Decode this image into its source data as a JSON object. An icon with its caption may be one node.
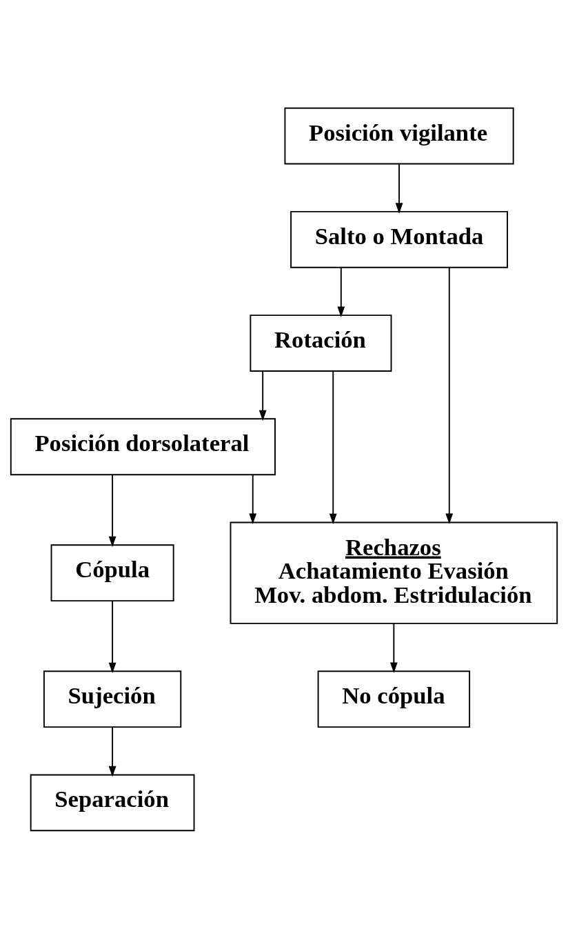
{
  "diagram": {
    "nodes": [
      {
        "text": [
          "Posición vigilante"
        ]
      },
      {
        "text": [
          "Salto o Montada"
        ]
      },
      {
        "text": [
          "Rotación"
        ]
      },
      {
        "text": [
          "Rechazos",
          "Achatamiento Evasión",
          "Mov. abdom. Estridulación"
        ]
      },
      {
        "text": [
          "Posición dorsolateral"
        ]
      },
      {
        "text": [
          "No cópula"
        ]
      },
      {
        "text": [
          "Cópula"
        ]
      },
      {
        "text": [
          "Sujeción"
        ]
      },
      {
        "text": [
          "Separación"
        ]
      }
    ],
    "edges": [
      {
        "from": 0,
        "to": 1,
        "arrow": "to"
      },
      {
        "from": 1,
        "to": 3,
        "arrow": "to"
      },
      {
        "from": 1,
        "to": 2,
        "arrow": "to"
      },
      {
        "from": 2,
        "to": 3,
        "arrow": "to"
      },
      {
        "from": 2,
        "to": 4,
        "arrow": "to"
      },
      {
        "from": 4,
        "to": 3,
        "arrow": "to"
      },
      {
        "from": 3,
        "to": 5,
        "arrow": "to"
      },
      {
        "from": 4,
        "to": 6,
        "arrow": "to"
      },
      {
        "from": 6,
        "to": 7,
        "arrow": "to"
      },
      {
        "from": 7,
        "to": 8,
        "arrow": "to"
      }
    ]
  }
}
